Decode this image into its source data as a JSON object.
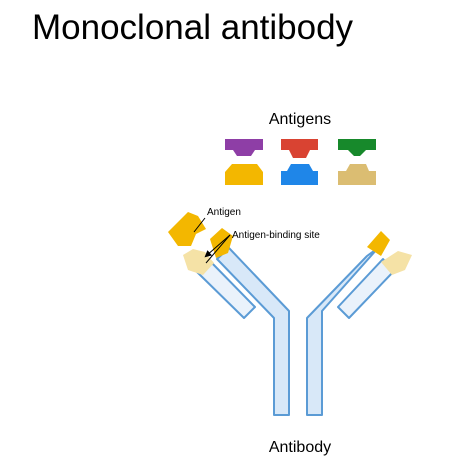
{
  "slide": {
    "title": "Monoclonal antibody"
  },
  "diagram": {
    "antigens_label": "Antigens",
    "antibody_label": "Antibody",
    "antigen_callout": "Antigen",
    "binding_site_callout": "Antigen-binding site",
    "antigen_shapes": [
      {
        "name": "purple-antigen",
        "color": "#8e3ea6"
      },
      {
        "name": "red-antigen",
        "color": "#d94332"
      },
      {
        "name": "green-antigen",
        "color": "#17892b"
      },
      {
        "name": "yellow-antigen",
        "color": "#f3b700"
      },
      {
        "name": "blue-antigen",
        "color": "#1f86e8"
      },
      {
        "name": "tan-antigen",
        "color": "#dbbd72"
      }
    ],
    "colors": {
      "heavy_chain_fill": "#d8e8f8",
      "heavy_chain_stroke": "#5b9bd5",
      "light_chain_fill": "#eaf2fb",
      "binding_fill": "#f5e2a6",
      "bound_antigen": "#f3b700"
    }
  }
}
